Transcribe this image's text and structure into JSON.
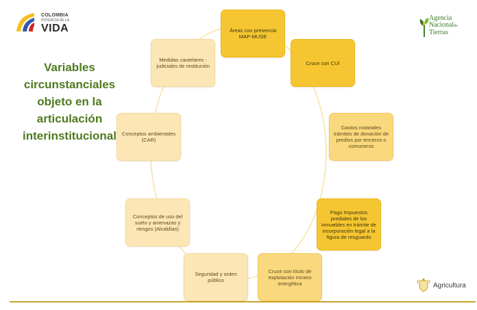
{
  "branding": {
    "left_logo": {
      "line1": "COLOMBIA",
      "line2": "POTENCIA DE LA",
      "line3": "VIDA"
    },
    "right_logo": {
      "line1": "Agencia",
      "line2": "Nacional",
      "line2_suffix": "de",
      "line3": "Tierras"
    },
    "ministry": "Agricultura"
  },
  "title": "Variables circunstanciales objeto en la articulación interinstitucional",
  "nodes": [
    {
      "label": "Áreas con presencia MAP-MUSE"
    },
    {
      "label": "Cruce con CUI"
    },
    {
      "label": "Gastos notariales trámites de donación de predios por terceros o comuneros"
    },
    {
      "label": "Pago Impuestos prediales de los inmuebles en trámite de incorporación legal a la figura de resguardo"
    },
    {
      "label": "Cruce con título de explotación minero energética"
    },
    {
      "label": "Seguridad y orden público"
    },
    {
      "label": "Conceptos de uso del suelo y amenazas y riesgos (Alcaldías)"
    },
    {
      "label": "Conceptos ambientales (CAR)"
    },
    {
      "label": "Medidas cautelares - judiciales de restitución"
    }
  ],
  "colors": {
    "title": "#4f7a1f",
    "node_dark": "#f5c631",
    "node_mid": "#fad97e",
    "node_light": "#fde6b6",
    "ring": "#f6e3a3",
    "footer_line": "#c9a227"
  },
  "icons": {
    "left_logo": "colombia-flag-swoosh-icon",
    "right_logo": "agency-sprout-icon",
    "ministry": "coat-of-arms-icon"
  }
}
